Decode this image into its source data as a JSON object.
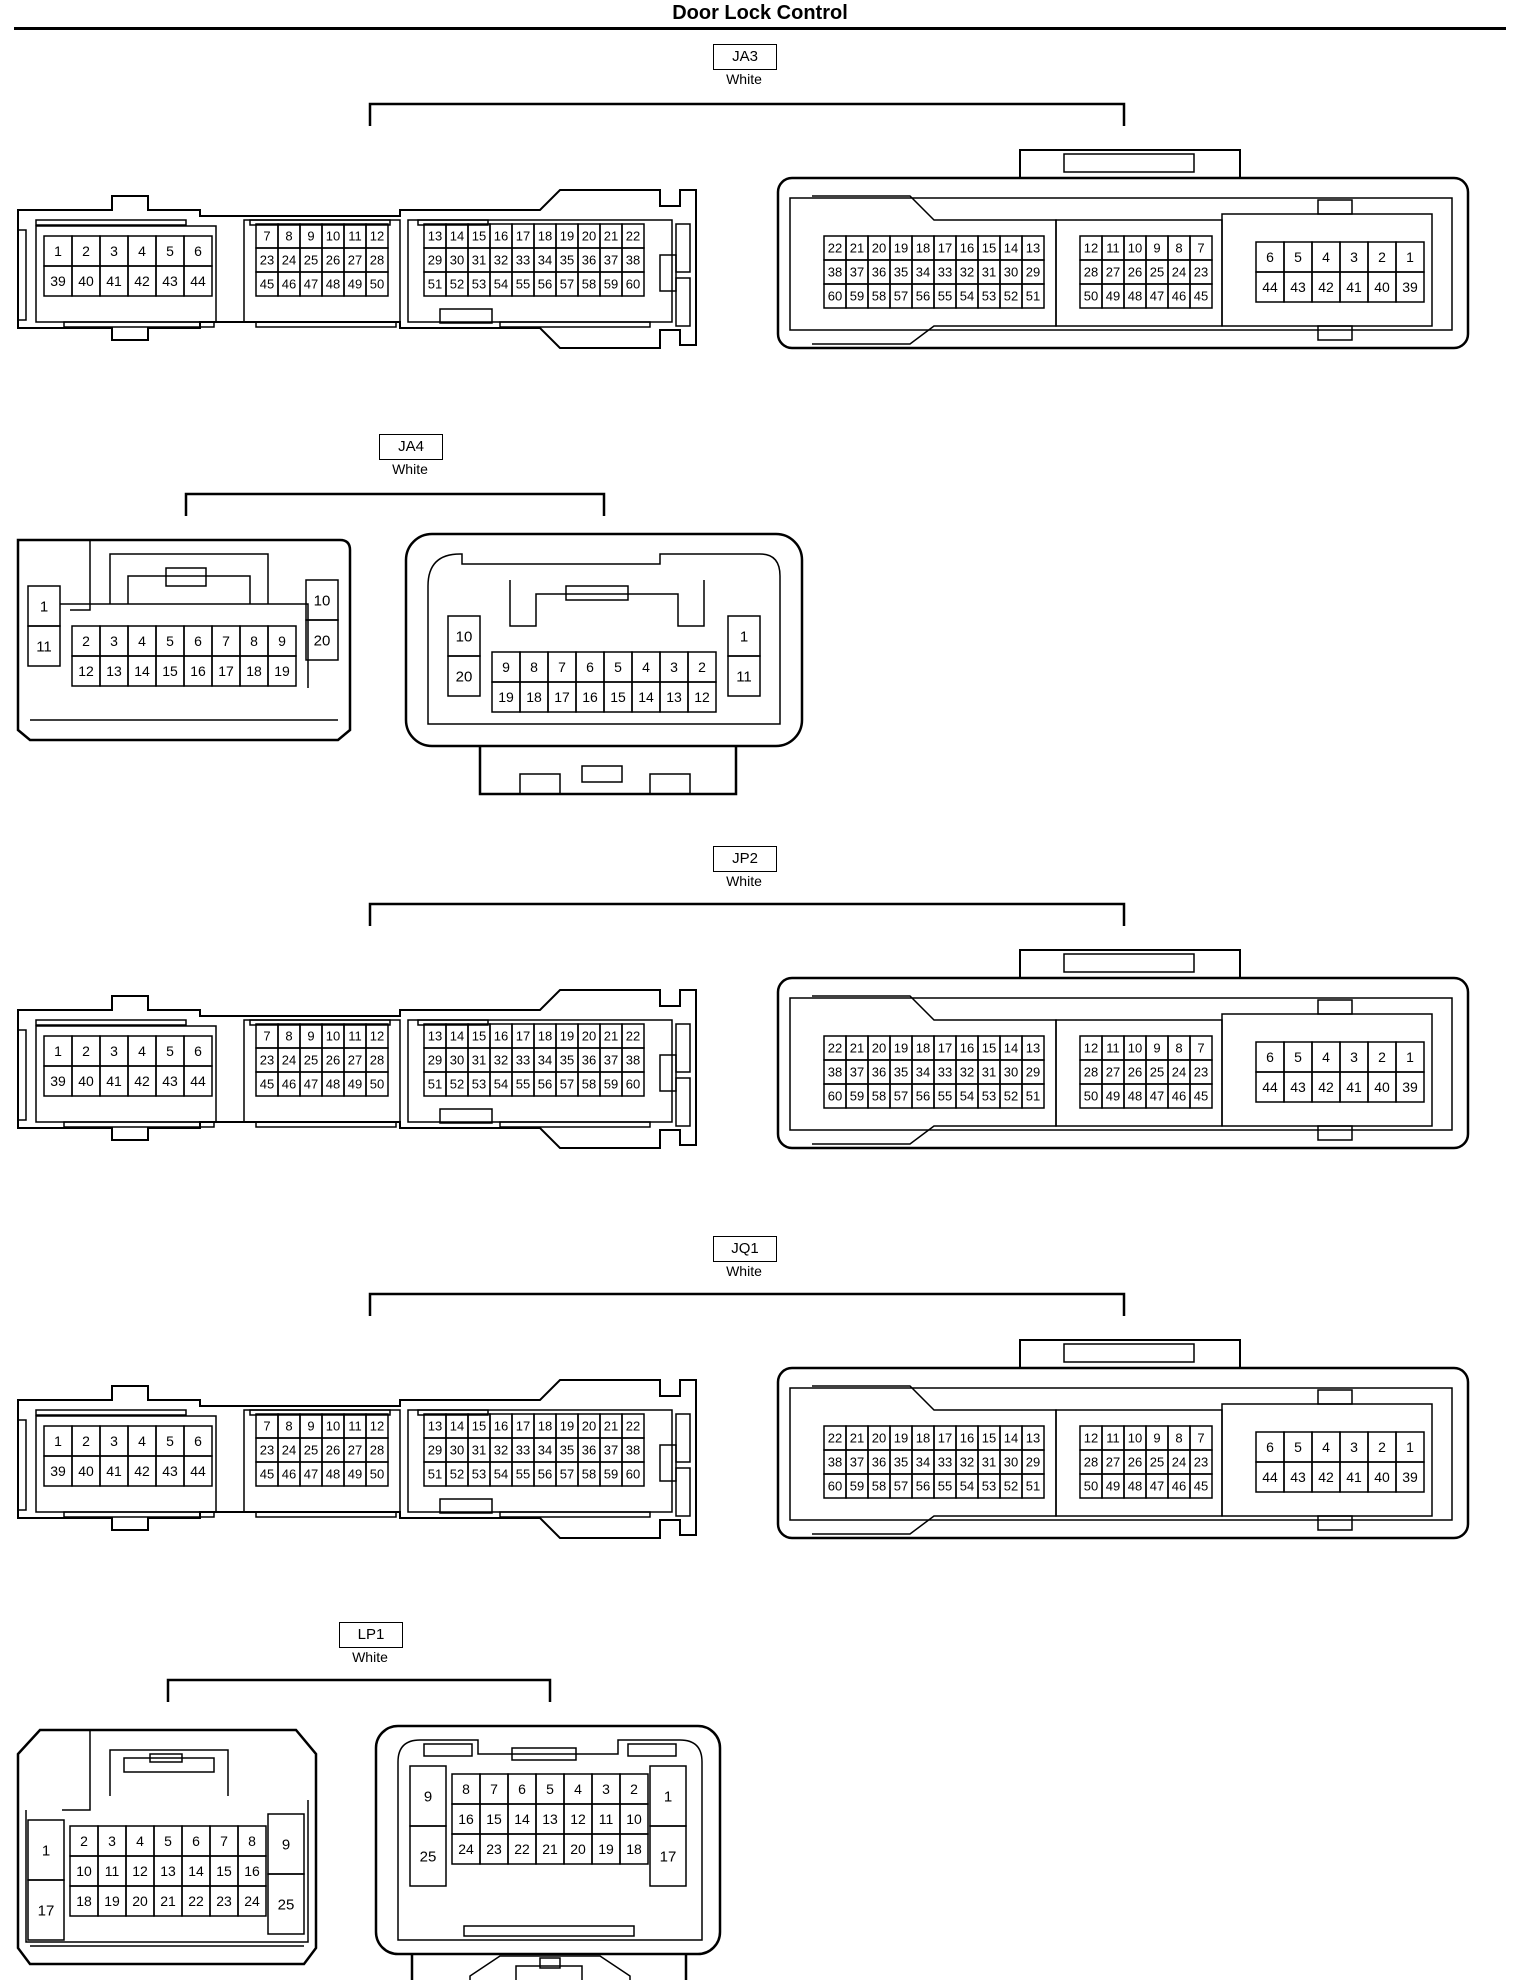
{
  "title": "Door Lock Control",
  "colors": {
    "line": "#000000",
    "background": "#ffffff"
  },
  "connectors": [
    {
      "id": "JA3",
      "color": "White",
      "style": "ecu60"
    },
    {
      "id": "JA4",
      "color": "White",
      "style": "conn20"
    },
    {
      "id": "JP2",
      "color": "White",
      "style": "ecu60"
    },
    {
      "id": "JQ1",
      "color": "White",
      "style": "ecu60"
    },
    {
      "id": "LP1",
      "color": "White",
      "style": "conn25"
    }
  ]
}
